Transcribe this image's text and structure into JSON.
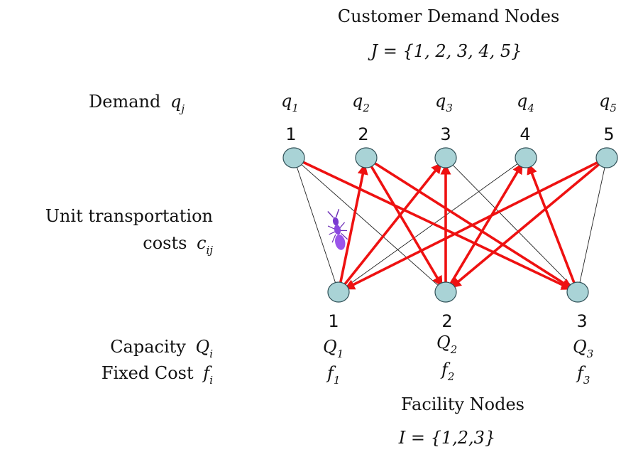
{
  "header": {
    "title": "Customer Demand Nodes",
    "set_label": "J = {1, 2, 3, 4, 5}"
  },
  "row_labels": {
    "demand": "Demand",
    "demand_var": "q",
    "demand_sub": "j",
    "transport_line1": "Unit transportation",
    "transport_line2": "costs",
    "transport_var": "c",
    "transport_sub": "ij",
    "capacity": "Capacity",
    "capacity_var": "Q",
    "capacity_sub": "i",
    "fixed_cost": "Fixed Cost",
    "fixed_cost_var": "f",
    "fixed_cost_sub": "i"
  },
  "customers": [
    {
      "id": "1",
      "var": "q",
      "sub": "1"
    },
    {
      "id": "2",
      "var": "q",
      "sub": "2"
    },
    {
      "id": "3",
      "var": "q",
      "sub": "3"
    },
    {
      "id": "4",
      "var": "q",
      "sub": "4"
    },
    {
      "id": "5",
      "var": "q",
      "sub": "5"
    }
  ],
  "facilities": [
    {
      "id": "1",
      "cap_var": "Q",
      "cap_sub": "1",
      "cost_var": "f",
      "cost_sub": "1"
    },
    {
      "id": "2",
      "cap_var": "Q",
      "cap_sub": "2",
      "cost_var": "f",
      "cost_sub": "2"
    },
    {
      "id": "3",
      "cap_var": "Q",
      "cap_sub": "3",
      "cost_var": "f",
      "cost_sub": "3"
    }
  ],
  "footer": {
    "title": "Facility Nodes",
    "set_label": "I = {1,2,3}"
  },
  "colors": {
    "node_fill": "#a9d3d6",
    "arrow": "#ee1111",
    "thin_edge": "#222222"
  },
  "edges": {
    "thin": [
      [
        "F1",
        "C1"
      ],
      [
        "F1",
        "C4"
      ],
      [
        "F1",
        "C5"
      ],
      [
        "F2",
        "C1"
      ],
      [
        "F2",
        "C2"
      ],
      [
        "F2",
        "C5"
      ],
      [
        "F3",
        "C2"
      ],
      [
        "F3",
        "C3"
      ],
      [
        "F3",
        "C5"
      ]
    ],
    "red_to_customer": [
      [
        "F1",
        "C2"
      ],
      [
        "F1",
        "C3"
      ],
      [
        "F2",
        "C3"
      ],
      [
        "F2",
        "C4"
      ],
      [
        "F3",
        "C4"
      ]
    ],
    "red_to_facility": [
      [
        "C1",
        "F3"
      ],
      [
        "C2",
        "F3"
      ],
      [
        "C2",
        "F2"
      ],
      [
        "C5",
        "F1"
      ],
      [
        "C5",
        "F2"
      ]
    ]
  },
  "decoration": {
    "icon": "ant-icon"
  }
}
